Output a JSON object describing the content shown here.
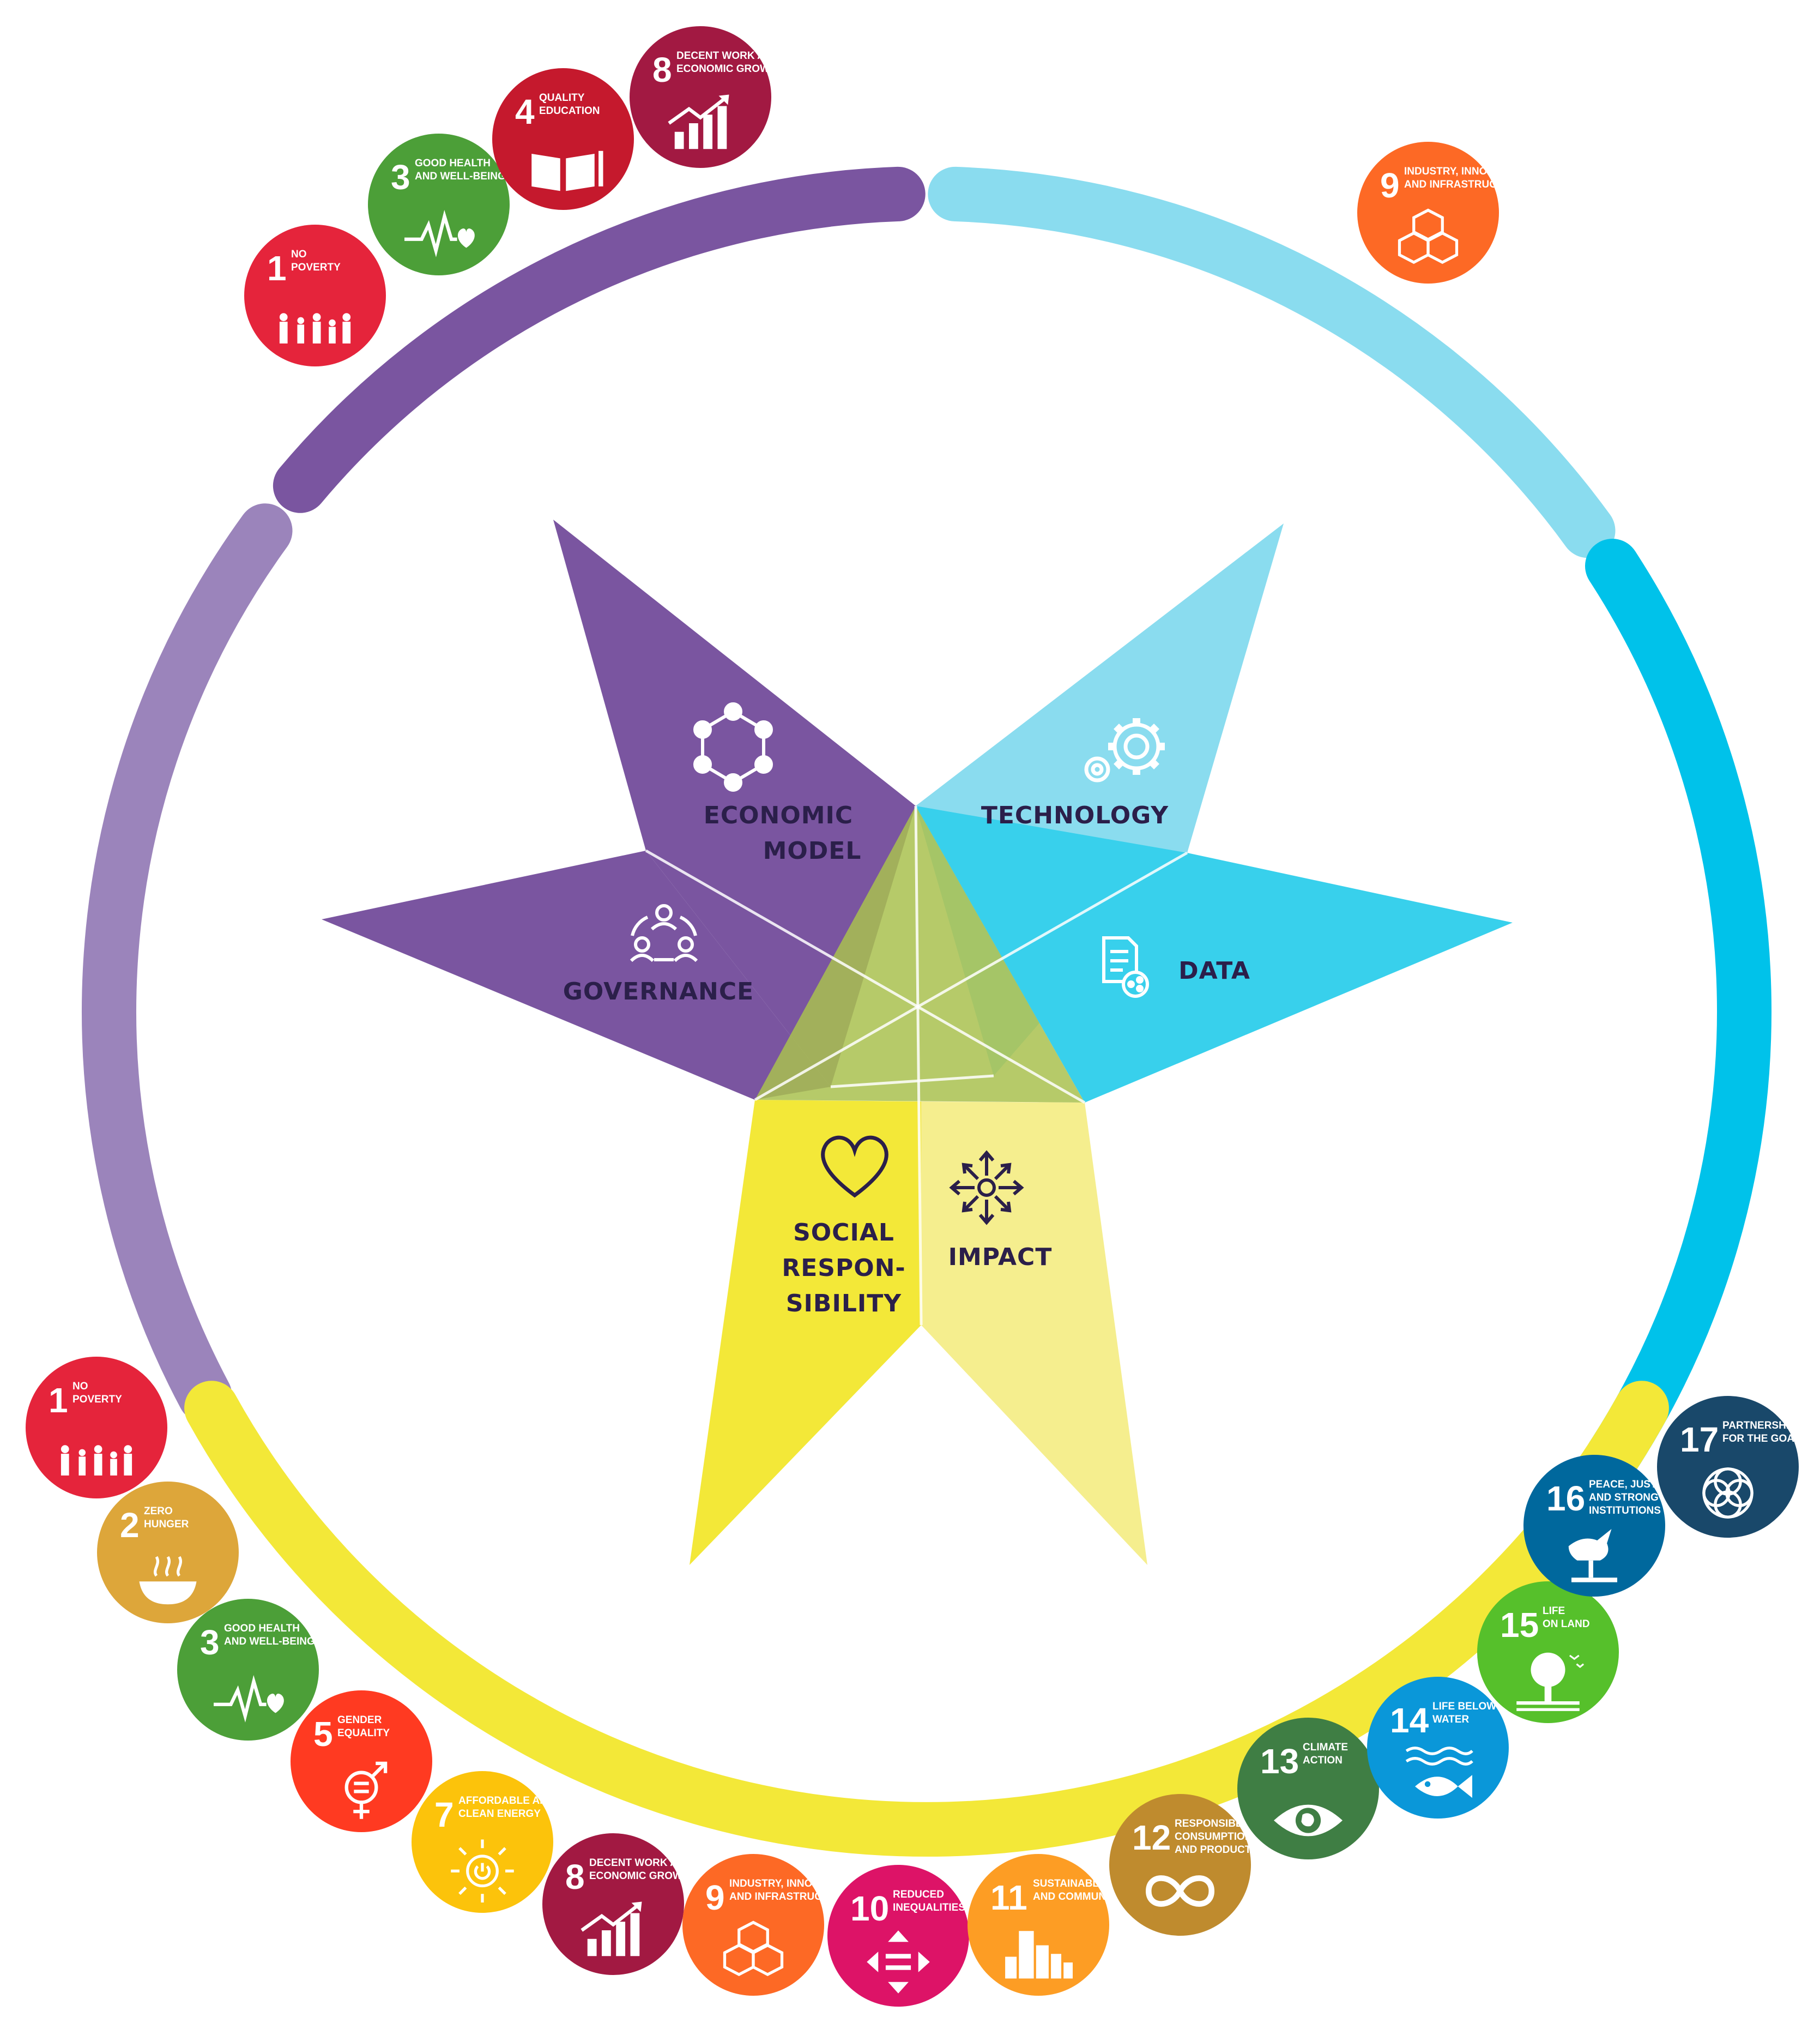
{
  "colors": {
    "purple_dark": "#7a55a0",
    "purple_light": "#9b84bb",
    "blue_light": "#8adcef",
    "blue_bright": "#00c2ea",
    "yellow": "#f3e838",
    "yellow_light": "#f5ee8e",
    "center_overlay": "#a9c14f",
    "label_text": "#2b1f4a"
  },
  "pillars": [
    {
      "key": "economic_model",
      "label_lines": [
        "ECONOMIC",
        "MODEL"
      ],
      "icon": "network-hexagon-icon"
    },
    {
      "key": "governance",
      "label_lines": [
        "GOVERNANCE"
      ],
      "icon": "people-connection-icon"
    },
    {
      "key": "technology",
      "label_lines": [
        "TECHNOLOGY"
      ],
      "icon": "gears-icon"
    },
    {
      "key": "data",
      "label_lines": [
        "DATA"
      ],
      "icon": "document-share-icon"
    },
    {
      "key": "social_responsibility",
      "label_lines": [
        "SOCIAL",
        "RESPON-",
        "SIBILITY"
      ],
      "icon": "heart-icon"
    },
    {
      "key": "impact",
      "label_lines": [
        "IMPACT"
      ],
      "icon": "arrows-out-icon"
    }
  ],
  "sdg_top_left": [
    {
      "number": "1",
      "title_lines": [
        "NO",
        "POVERTY"
      ],
      "color": "#e5243b",
      "icon": "family-icon"
    },
    {
      "number": "3",
      "title_lines": [
        "GOOD HEALTH",
        "AND WELL-BEING"
      ],
      "color": "#4c9f38",
      "icon": "heartbeat-icon"
    },
    {
      "number": "4",
      "title_lines": [
        "QUALITY",
        "EDUCATION"
      ],
      "color": "#c5192d",
      "icon": "book-icon"
    },
    {
      "number": "8",
      "title_lines": [
        "DECENT WORK AND",
        "ECONOMIC GROWTH"
      ],
      "color": "#a21942",
      "icon": "growth-chart-icon"
    }
  ],
  "sdg_top_right": [
    {
      "number": "9",
      "title_lines": [
        "INDUSTRY, INNOVATION",
        "AND INFRASTRUCTURE"
      ],
      "color": "#fd6925",
      "icon": "cubes-icon"
    }
  ],
  "sdg_bottom": [
    {
      "number": "1",
      "title_lines": [
        "NO",
        "POVERTY"
      ],
      "color": "#e5243b",
      "icon": "family-icon"
    },
    {
      "number": "2",
      "title_lines": [
        "ZERO",
        "HUNGER"
      ],
      "color": "#dda63a",
      "icon": "bowl-icon"
    },
    {
      "number": "3",
      "title_lines": [
        "GOOD HEALTH",
        "AND WELL-BEING"
      ],
      "color": "#4c9f38",
      "icon": "heartbeat-icon"
    },
    {
      "number": "5",
      "title_lines": [
        "GENDER",
        "EQUALITY"
      ],
      "color": "#ff3a21",
      "icon": "gender-icon"
    },
    {
      "number": "7",
      "title_lines": [
        "AFFORDABLE AND",
        "CLEAN ENERGY"
      ],
      "color": "#fcc30b",
      "icon": "sun-power-icon"
    },
    {
      "number": "8",
      "title_lines": [
        "DECENT WORK AND",
        "ECONOMIC GROWTH"
      ],
      "color": "#a21942",
      "icon": "growth-chart-icon"
    },
    {
      "number": "9",
      "title_lines": [
        "INDUSTRY, INNOVATION",
        "AND INFRASTRUCTURE"
      ],
      "color": "#fd6925",
      "icon": "cubes-icon"
    },
    {
      "number": "10",
      "title_lines": [
        "REDUCED",
        "INEQUALITIES"
      ],
      "color": "#dd1367",
      "icon": "equality-arrows-icon"
    },
    {
      "number": "11",
      "title_lines": [
        "SUSTAINABLE CITIES",
        "AND COMMUNITIES"
      ],
      "color": "#fd9d24",
      "icon": "city-icon"
    },
    {
      "number": "12",
      "title_lines": [
        "RESPONSIBLE",
        "CONSUMPTION",
        "AND PRODUCTION"
      ],
      "color": "#bf8b2e",
      "icon": "infinity-icon"
    },
    {
      "number": "13",
      "title_lines": [
        "CLIMATE",
        "ACTION"
      ],
      "color": "#3f7e44",
      "icon": "eye-globe-icon"
    },
    {
      "number": "14",
      "title_lines": [
        "LIFE BELOW",
        "WATER"
      ],
      "color": "#0a97d9",
      "icon": "fish-icon"
    },
    {
      "number": "15",
      "title_lines": [
        "LIFE",
        "ON LAND"
      ],
      "color": "#56c02b",
      "icon": "tree-icon"
    },
    {
      "number": "16",
      "title_lines": [
        "PEACE, JUSTICE",
        "AND STRONG",
        "INSTITUTIONS"
      ],
      "color": "#00689d",
      "icon": "dove-icon"
    },
    {
      "number": "17",
      "title_lines": [
        "PARTNERSHIPS",
        "FOR THE GOALS"
      ],
      "color": "#19486a",
      "icon": "rings-icon"
    }
  ]
}
